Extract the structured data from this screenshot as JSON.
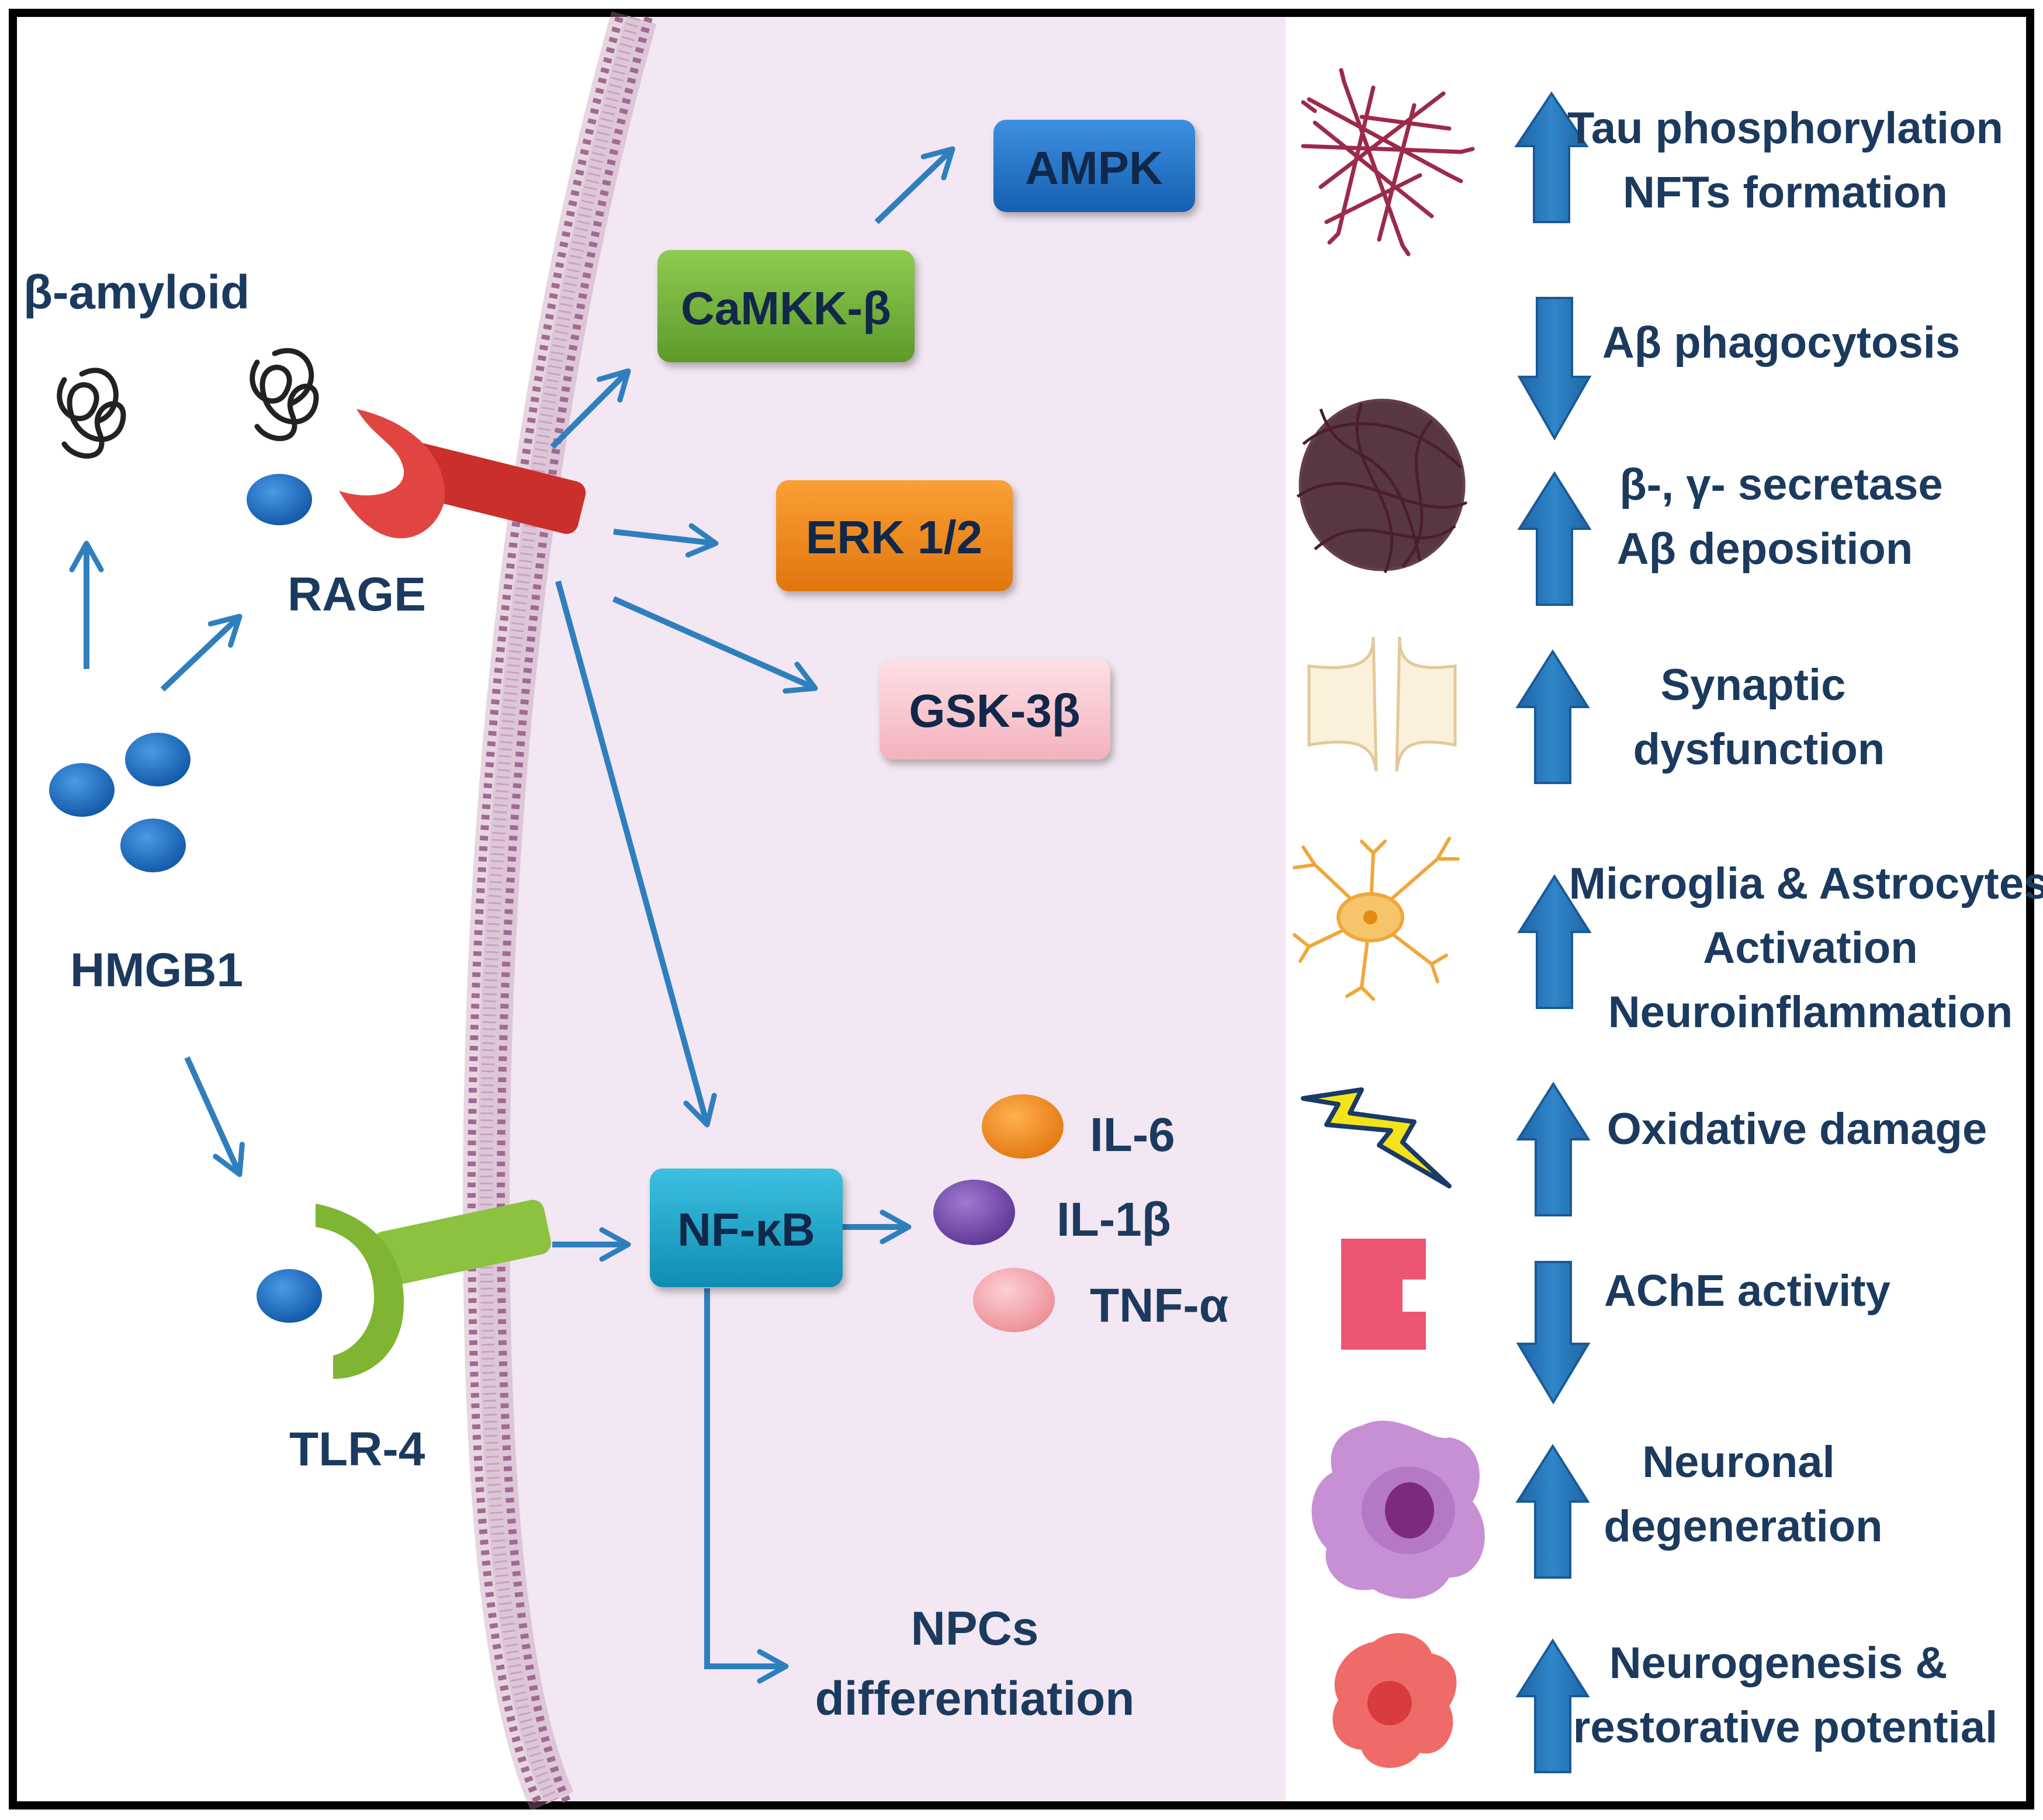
{
  "colors": {
    "frame": "#000000",
    "cell_background": "#f2e7f2",
    "membrane": "#b07fa3",
    "arrow_blue": "#2f7fbe",
    "big_arrow_blue": "#2471b3",
    "text_navy": "#1b3a5e",
    "ampk": "#1f6fc4",
    "camkk": "#6fb03a",
    "erk": "#f0861a",
    "gsk": "#f8c7cf",
    "nfkb": "#1aa3c8",
    "rage_receptor": "#d93a36",
    "tlr4_receptor": "#8cc23f",
    "hmgb1_dot": "#1565b8",
    "il6": "#ef8a1c",
    "il1b": "#7b4bb0",
    "tnfa": "#f4a3a8"
  },
  "left": {
    "beta_amyloid": "β-amyloid",
    "rage": "RAGE",
    "hmgb1": "HMGB1",
    "tlr4": "TLR-4"
  },
  "pathway": {
    "ampk": "AMPK",
    "camkk": "CaMKK-β",
    "erk": "ERK 1/2",
    "gsk": "GSK-3β",
    "nfkb": "NF-κB",
    "cytokines": {
      "il6": "IL-6",
      "il1b": "IL-1β",
      "tnfa": "TNF-α"
    },
    "npcs_line1": "NPCs",
    "npcs_line2": "differentiation"
  },
  "effects": [
    {
      "icon": "tau-tangle-icon",
      "direction": "up",
      "lines": [
        "Tau phosphorylation",
        "NFTs formation"
      ]
    },
    {
      "icon": "none",
      "direction": "down",
      "lines": [
        "Aβ phagocytosis"
      ]
    },
    {
      "icon": "amyloid-plaque-icon",
      "direction": "up",
      "lines": [
        "β-, γ- secretase",
        "Aβ deposition"
      ]
    },
    {
      "icon": "synapse-icon",
      "direction": "up",
      "lines": [
        "Synaptic",
        "dysfunction"
      ]
    },
    {
      "icon": "astrocyte-icon",
      "direction": "up",
      "lines": [
        "Microglia & Astrocytes",
        "Activation",
        "Neuroinflammation"
      ]
    },
    {
      "icon": "lightning-icon",
      "direction": "up",
      "lines": [
        "Oxidative damage"
      ]
    },
    {
      "icon": "enzyme-icon",
      "direction": "down",
      "lines": [
        "AChE activity"
      ]
    },
    {
      "icon": "degenerating-neuron-icon",
      "direction": "up",
      "lines": [
        "Neuronal",
        "degeneration"
      ]
    },
    {
      "icon": "neural-progenitor-icon",
      "direction": "up",
      "lines": [
        "Neurogenesis &",
        "restorative potential"
      ]
    }
  ]
}
